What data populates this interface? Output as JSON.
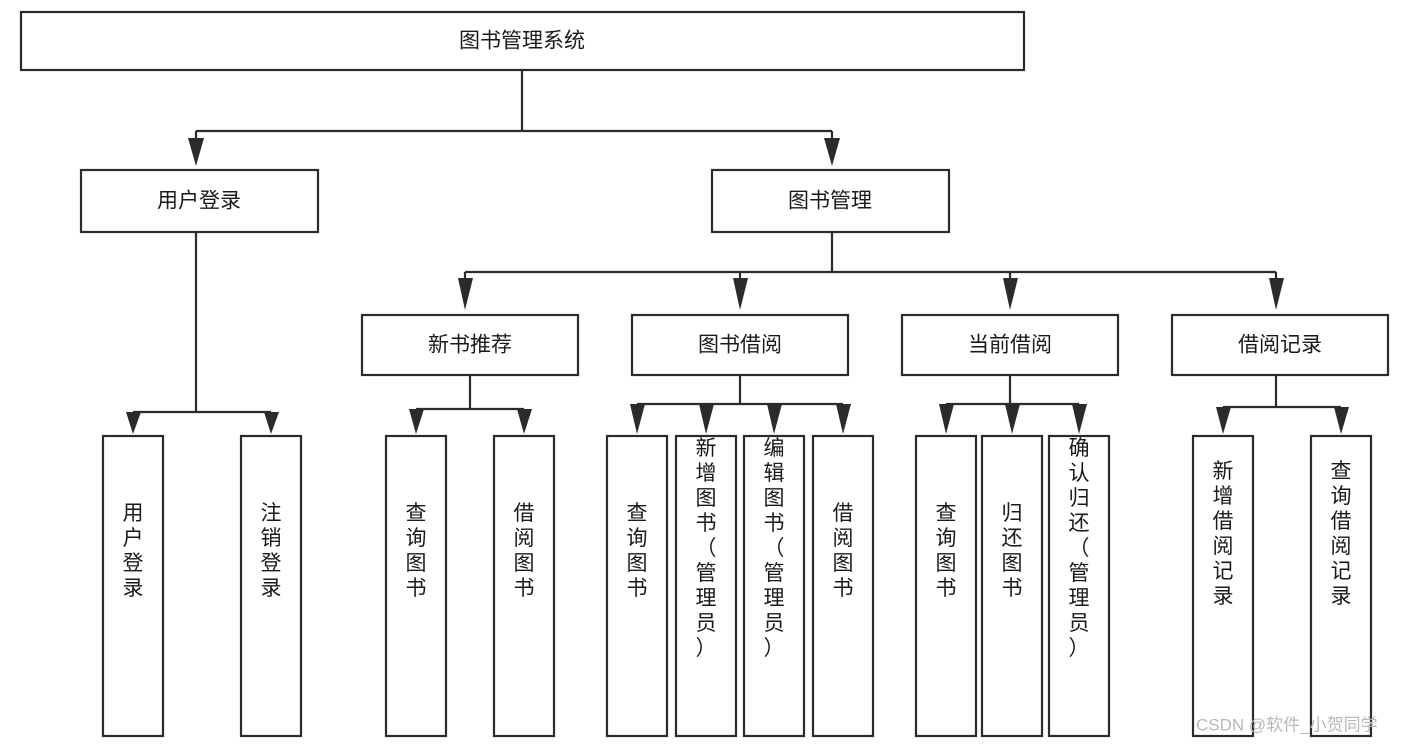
{
  "diagram": {
    "type": "tree",
    "title": "图书管理系统",
    "watermark": "CSDN @软件_小贺同学",
    "colors": {
      "stroke": "#2b2b2b",
      "box_fill": "#ffffff",
      "text": "#1a1a1a",
      "background": "#ffffff",
      "watermark": "#b8b8b8"
    },
    "levels": {
      "root": {
        "label": "图书管理系统"
      },
      "level2": [
        {
          "id": "user-login",
          "label": "用户登录"
        },
        {
          "id": "book-management",
          "label": "图书管理"
        }
      ],
      "level3": [
        {
          "id": "new-book-recommend",
          "label": "新书推荐",
          "parent": "book-management"
        },
        {
          "id": "book-borrow",
          "label": "图书借阅",
          "parent": "book-management"
        },
        {
          "id": "current-borrow",
          "label": "当前借阅",
          "parent": "book-management"
        },
        {
          "id": "borrow-record",
          "label": "借阅记录",
          "parent": "book-management"
        }
      ],
      "leaves": [
        {
          "id": "leaf-user-login",
          "label": "用户登录",
          "parent": "user-login"
        },
        {
          "id": "leaf-logout-login",
          "label": "注销登录",
          "parent": "user-login"
        },
        {
          "id": "leaf-query-book-1",
          "label": "查询图书",
          "parent": "new-book-recommend"
        },
        {
          "id": "leaf-borrow-book-1",
          "label": "借阅图书",
          "parent": "new-book-recommend"
        },
        {
          "id": "leaf-query-book-2",
          "label": "查询图书",
          "parent": "book-borrow"
        },
        {
          "id": "leaf-add-book",
          "label": "新增图书（管理员）",
          "parent": "book-borrow"
        },
        {
          "id": "leaf-edit-book",
          "label": "编辑图书（管理员）",
          "parent": "book-borrow"
        },
        {
          "id": "leaf-borrow-book-2",
          "label": "借阅图书",
          "parent": "book-borrow"
        },
        {
          "id": "leaf-query-book-3",
          "label": "查询图书",
          "parent": "current-borrow"
        },
        {
          "id": "leaf-return-book",
          "label": "归还图书",
          "parent": "current-borrow"
        },
        {
          "id": "leaf-confirm-return",
          "label": "确认归还（管理员）",
          "parent": "current-borrow"
        },
        {
          "id": "leaf-add-record",
          "label": "新增借阅记录",
          "parent": "borrow-record"
        },
        {
          "id": "leaf-query-record",
          "label": "查询借阅记录",
          "parent": "borrow-record"
        }
      ]
    }
  }
}
